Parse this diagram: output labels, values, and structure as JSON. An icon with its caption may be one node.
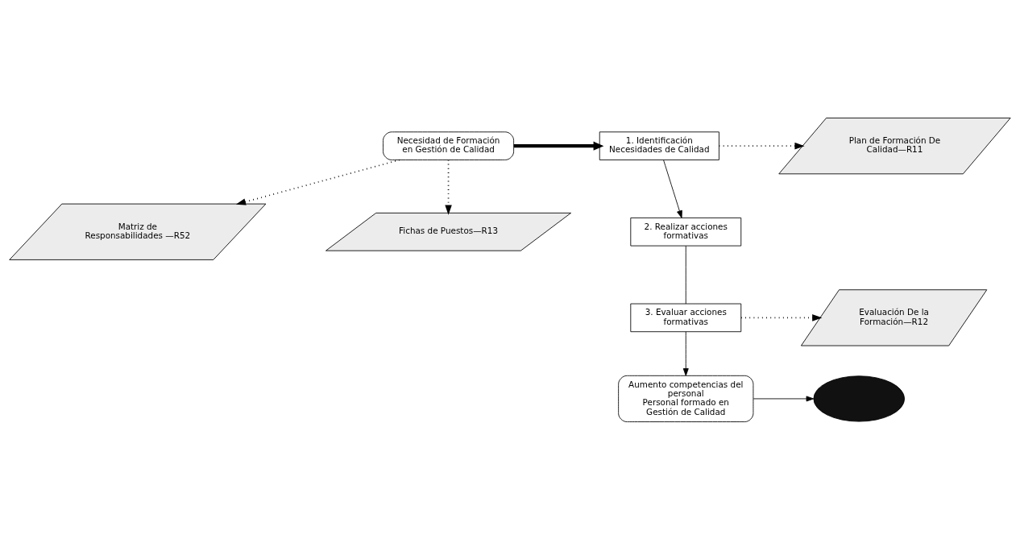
{
  "diagram": {
    "nodes": [
      {
        "text": [
          "Necesidad de Formación en Gestión de Calidad"
        ]
      },
      {
        "text": [
          "1. Identificación Necesidades de Calidad"
        ]
      },
      {
        "text": [
          "Plan de Formación De Calidad—R11"
        ]
      },
      {
        "text": [
          "Matriz de Responsabilidades —R52"
        ]
      },
      {
        "text": [
          "Fichas de Puestos—R13"
        ]
      },
      {
        "text": [
          "2. Realizar acciones formativas"
        ]
      },
      {
        "text": [
          "3. Evaluar acciones formativas"
        ]
      },
      {
        "text": [
          "Evaluación De la Formación—R12"
        ]
      },
      {
        "text": [
          "Aumento competencias del personal",
          "Personal formado en Gestión de Calidad"
        ]
      },
      {
        "text": [],
        "shape": "ellipse"
      }
    ],
    "edges": [
      {
        "from": 0,
        "to": 1,
        "arrow": "to",
        "style": "thick"
      },
      {
        "from": 1,
        "to": 2,
        "arrow": "to",
        "style": "dashed"
      },
      {
        "from": 0,
        "to": 3,
        "arrow": "to",
        "style": "dashed"
      },
      {
        "from": 0,
        "to": 4,
        "arrow": "to",
        "style": "dashed"
      },
      {
        "from": 1,
        "to": 5,
        "arrow": "to"
      },
      {
        "from": 5,
        "to": 6,
        "arrow": "none"
      },
      {
        "from": 6,
        "to": 7,
        "arrow": "to",
        "style": "dashed"
      },
      {
        "from": 6,
        "to": 8,
        "arrow": "to"
      },
      {
        "from": 8,
        "to": 9,
        "arrow": "to"
      }
    ]
  }
}
